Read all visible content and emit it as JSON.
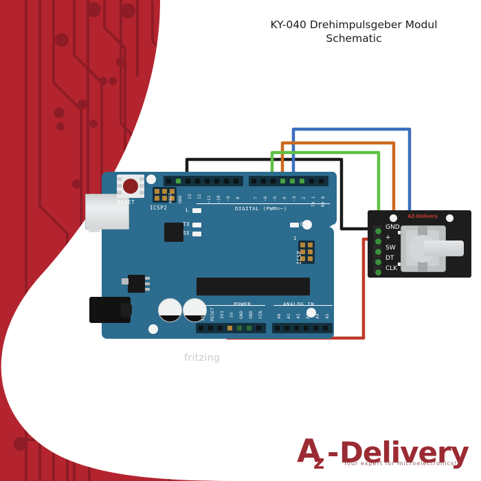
{
  "page": {
    "title_line1": "KY-040 Drehimpulsgeber Modul",
    "title_line2": "Schematic",
    "watermark": "fritzing",
    "background_color": "#b4242f",
    "trace_color": "#8e1c26",
    "canvas_color": "#ffffff"
  },
  "brand": {
    "name": "AZ-Delivery",
    "part_a": "A",
    "part_z": "Z",
    "part_dash": "-",
    "part_rest": "Delivery",
    "tagline": "Your expert for microelectronics!",
    "logo_color": "#9b2b33",
    "tagline_color": "#8e5a5f"
  },
  "board": {
    "name": "Arduino Uno",
    "pcb_color": "#2c6c8e",
    "reset_label": "RESET",
    "icsp2_label": "ICSP2",
    "icsp_label": "ICSP",
    "icsp_pin1": "1",
    "led_l": "L",
    "led_tx": "TX",
    "led_rx": "RX",
    "led_on": "ON",
    "digital_header_label": "DIGITAL (PWM=~)",
    "power_header_label": "POWER",
    "analog_header_label": "ANALOG IN",
    "digital_pins": [
      {
        "label": "AREF"
      },
      {
        "label": "GND"
      },
      {
        "label": "13"
      },
      {
        "label": "12"
      },
      {
        "label": "~11"
      },
      {
        "label": "~10"
      },
      {
        "label": "~9"
      },
      {
        "label": "8"
      }
    ],
    "digital_pins_right": [
      {
        "label": "7"
      },
      {
        "label": "~6"
      },
      {
        "label": "~5"
      },
      {
        "label": "4"
      },
      {
        "label": "~3"
      },
      {
        "label": "2"
      },
      {
        "label": "TX 1"
      },
      {
        "label": "RX 0"
      }
    ],
    "power_pins": [
      {
        "label": "IOREF"
      },
      {
        "label": "RESET"
      },
      {
        "label": "3V3"
      },
      {
        "label": "5V"
      },
      {
        "label": "GND"
      },
      {
        "label": "GND"
      },
      {
        "label": "VIN"
      }
    ],
    "analog_pins": [
      {
        "label": "A0"
      },
      {
        "label": "A1"
      },
      {
        "label": "A2"
      },
      {
        "label": "A3"
      },
      {
        "label": "A4"
      },
      {
        "label": "A5"
      }
    ]
  },
  "module": {
    "name": "KY-040",
    "board_color": "#1d1d1d",
    "logo": "AZ-Delivery",
    "pins": [
      {
        "label": "GND",
        "wire_color": "#1a1a1a"
      },
      {
        "label": "+",
        "wire_color": "#c0392b"
      },
      {
        "label": "SW",
        "wire_color": "#3b6fbf"
      },
      {
        "label": "DT",
        "wire_color": "#cc6a1f"
      },
      {
        "label": "CLK",
        "wire_color": "#5fbf44"
      }
    ]
  },
  "connections": [
    {
      "from": "GND",
      "to": "GND",
      "color": "#1a1a1a"
    },
    {
      "from": "+",
      "to": "5V",
      "color": "#c0392b"
    },
    {
      "from": "SW",
      "to": "2",
      "color": "#3b6fbf"
    },
    {
      "from": "DT",
      "to": "~3",
      "color": "#cc6a1f"
    },
    {
      "from": "CLK",
      "to": "4",
      "color": "#5fbf44"
    }
  ]
}
